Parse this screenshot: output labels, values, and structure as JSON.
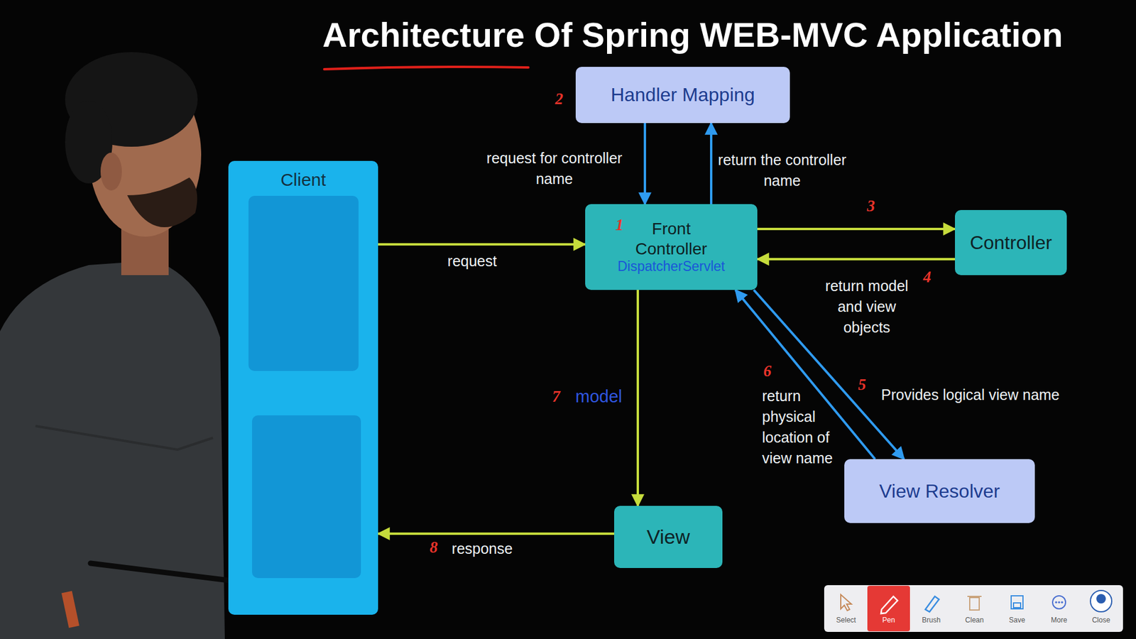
{
  "diagram": {
    "title": "Architecture Of Spring WEB-MVC Application",
    "nodes": [
      {
        "text": [
          "Client"
        ]
      },
      {
        "text": [
          "Handler Mapping"
        ]
      },
      {
        "text": [
          "Front Controller",
          "DispatcherServlet"
        ]
      },
      {
        "text": [
          "Controller"
        ]
      },
      {
        "text": [
          "View Resolver"
        ]
      },
      {
        "text": [
          "View"
        ]
      }
    ],
    "edges": [
      {
        "from": 0,
        "to": 2,
        "label": "request",
        "arrow": "to"
      },
      {
        "from": 1,
        "to": 2,
        "label": "request for controller name",
        "arrow": "to"
      },
      {
        "from": 2,
        "to": 1,
        "label": "return the controller name",
        "arrow": "to"
      },
      {
        "from": 2,
        "to": 3,
        "arrow": "to"
      },
      {
        "from": 3,
        "to": 2,
        "label": "return model and view objects",
        "arrow": "to"
      },
      {
        "from": 2,
        "to": 4,
        "label": "Provides logical view name",
        "arrow": "to"
      },
      {
        "from": 4,
        "to": 2,
        "label": "return physical location of view name",
        "arrow": "to"
      },
      {
        "from": 2,
        "to": 5,
        "label": "model",
        "arrow": "to"
      },
      {
        "from": 5,
        "to": 0,
        "label": "response",
        "arrow": "to"
      }
    ],
    "labels": [
      "1",
      "2",
      "3",
      "4",
      "5",
      "6",
      "7",
      "8",
      "Select",
      "Pen",
      "Brush",
      "Clean",
      "Save",
      "More",
      "Close"
    ]
  }
}
